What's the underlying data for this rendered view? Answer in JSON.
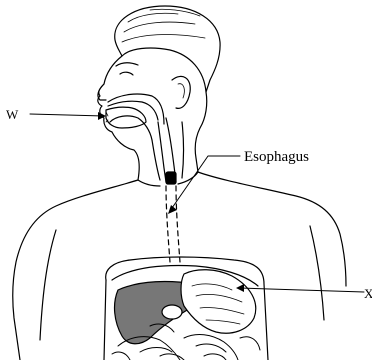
{
  "labels": {
    "w": "W",
    "esophagus": "Esophagus",
    "x": "X"
  },
  "colors": {
    "line": "#000000",
    "liver": "#777777",
    "background": "#ffffff"
  }
}
